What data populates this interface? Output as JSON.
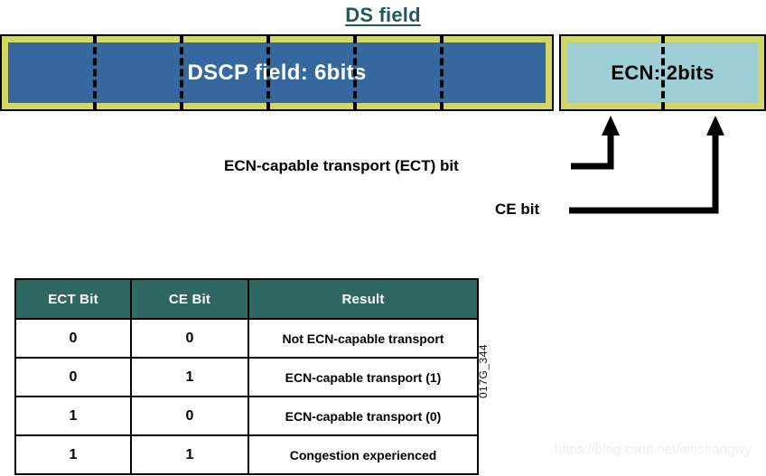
{
  "title": "DS field",
  "field_bar": {
    "dscp": {
      "label": "DSCP field: 6bits",
      "fill_color": "#34689f",
      "border_color": "#d4d66a",
      "divider_count": 5
    },
    "ecn": {
      "label": "ECN: 2bits",
      "fill_color": "#9ecfd6",
      "border_color": "#d4d66a",
      "divider_count": 1
    }
  },
  "callouts": {
    "ect": "ECN-capable transport (ECT) bit",
    "ce": "CE bit"
  },
  "table": {
    "headers": [
      "ECT Bit",
      "CE Bit",
      "Result"
    ],
    "header_bg": "#2f6762",
    "rows": [
      [
        "0",
        "0",
        "Not ECN-capable transport"
      ],
      [
        "0",
        "1",
        "ECN-capable transport (1)"
      ],
      [
        "1",
        "0",
        "ECN-capable transport (0)"
      ],
      [
        "1",
        "1",
        "Congestion experienced"
      ]
    ]
  },
  "doc_code": "017G_344",
  "watermark": "https://blog.csdn.net/qinshangwy"
}
